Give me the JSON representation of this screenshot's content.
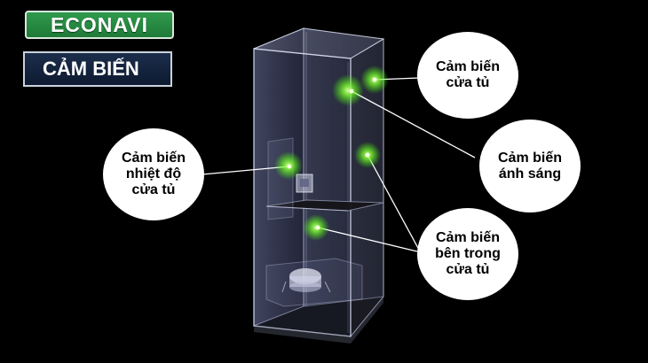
{
  "brand": {
    "logo_text": "ECONAVI"
  },
  "badge": {
    "label": "CẢM BIẾN"
  },
  "callouts": {
    "door": "Cảm biến\ncửa tủ",
    "light": "Cảm biến\nánh sáng",
    "temperature": "Cảm biến\nnhiệt độ\ncửa tủ",
    "inner": "Cảm biến\nbên trong\ncửa tủ"
  },
  "colors": {
    "background": "#000000",
    "sensor_glow": "#9cff4a",
    "logo_green": "#2f9a4c",
    "badge_navy": "#1c2e4c"
  }
}
